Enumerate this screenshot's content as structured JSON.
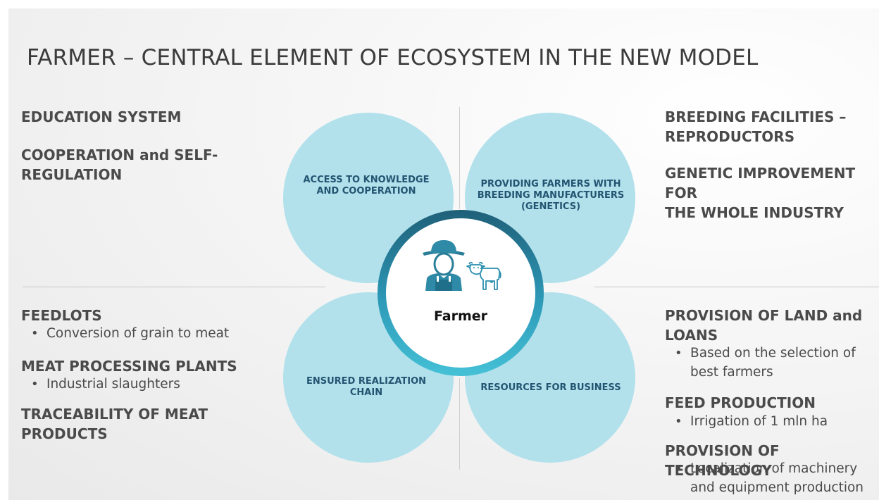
{
  "title": "FARMER – CENTRAL ELEMENT OF ECOSYSTEM IN THE NEW MODEL",
  "top_left": {
    "items": [
      {
        "heading": "EDUCATION SYSTEM"
      },
      {
        "heading_line1": "COOPERATION and SELF-",
        "heading_line2": "REGULATION"
      }
    ]
  },
  "top_right": {
    "items": [
      {
        "heading_line1": "BREEDING FACILITIES –",
        "heading_line2": "REPRODUCTORS"
      },
      {
        "heading_line1": "GENETIC IMPROVEMENT FOR",
        "heading_line2": "THE WHOLE INDUSTRY"
      }
    ]
  },
  "bottom_left": {
    "items": [
      {
        "heading": "FEEDLOTS",
        "bullet": "Conversion of grain to meat"
      },
      {
        "heading": "MEAT PROCESSING PLANTS",
        "bullet": "Industrial slaughters"
      },
      {
        "heading_line1": "TRACEABILITY OF MEAT",
        "heading_line2": "PRODUCTS"
      }
    ]
  },
  "bottom_right": {
    "items": [
      {
        "heading_line1": "PROVISION OF LAND and",
        "heading_line2": "LOANS",
        "bullet_line1": "Based on the selection of",
        "bullet_line2": "best farmers"
      },
      {
        "heading": "FEED PRODUCTION",
        "bullet": "Irrigation of 1 mln ha"
      },
      {
        "heading": "PROVISION OF TECHNOLOGY",
        "bullet_line1": "Localization of machinery",
        "bullet_line2": "and equipment production"
      }
    ]
  },
  "petals": {
    "top_left": {
      "line1": "ACCESS TO KNOWLEDGE",
      "line2": "AND COOPERATION"
    },
    "top_right": {
      "line1": "PROVIDING FARMERS WITH",
      "line2": "BREEDING MANUFACTURERS",
      "line3": "(GENETICS)"
    },
    "bottom_left": {
      "line1": "ENSURED REALIZATION",
      "line2": "CHAIN"
    },
    "bottom_right": {
      "line1": "RESOURCES FOR BUSINESS"
    }
  },
  "center": {
    "label": "Farmer",
    "icons": [
      "farmer-icon",
      "cow-icon"
    ]
  },
  "colors": {
    "petal": "#b2e1ec",
    "petal_text": "#235471",
    "ring_dark": "#1f5f78",
    "ring_light": "#45c1d6",
    "heading_text": "#4a4a4a"
  }
}
